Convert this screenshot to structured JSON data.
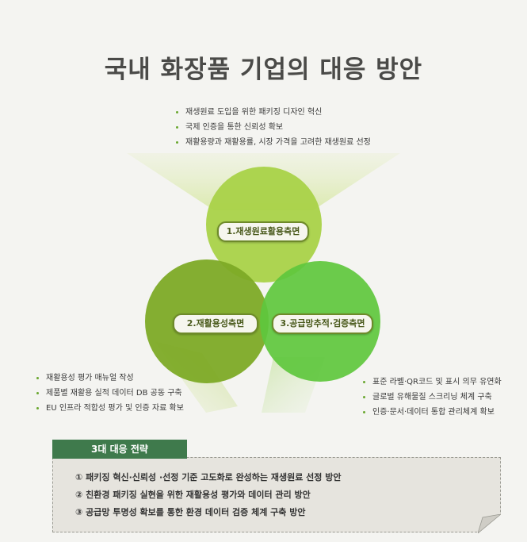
{
  "title": "국내 화장품 기업의 대응 방안",
  "circles": [
    {
      "label": "1.재생원료활용측면",
      "color": "#a9d248"
    },
    {
      "label": "2.재활용성측면",
      "color": "#7daa26"
    },
    {
      "label": "3.공급망추적·검증측면",
      "color": "#5ec73d"
    }
  ],
  "top_bullets": [
    "재생원료 도입을 위한 패키징 디자인 혁신",
    "국제 인증을 통한 신뢰성 확보",
    "재활용량과 재활용률, 시장 가격을 고려한 재생원료 선정"
  ],
  "left_bullets": [
    "재활용성 평가 매뉴얼 작성",
    "제품별 재활용 실적 데이터 DB 공동 구축",
    "EU 인프라 적합성 평가 및 인증 자료 확보"
  ],
  "right_bullets": [
    "표준 라벨·QR코드 및 표시 의무 유연화",
    "글로벌 유해물질 스크리닝 체계 구축",
    "인증·문서·데이터 통합 관리체계 확보"
  ],
  "strategy": {
    "tab_label": "3대 대응 전략",
    "items": [
      "① 패키징 혁신·신뢰성 ·선정 기준 고도화로 완성하는 재생원료 선정 방안",
      "② 친환경 패키징 실현을 위한 재활용성 평가와 데이터 관리 방안",
      "③ 공급망 투명성 확보를 통한 환경 데이터 검증 체계 구축 방안"
    ]
  }
}
